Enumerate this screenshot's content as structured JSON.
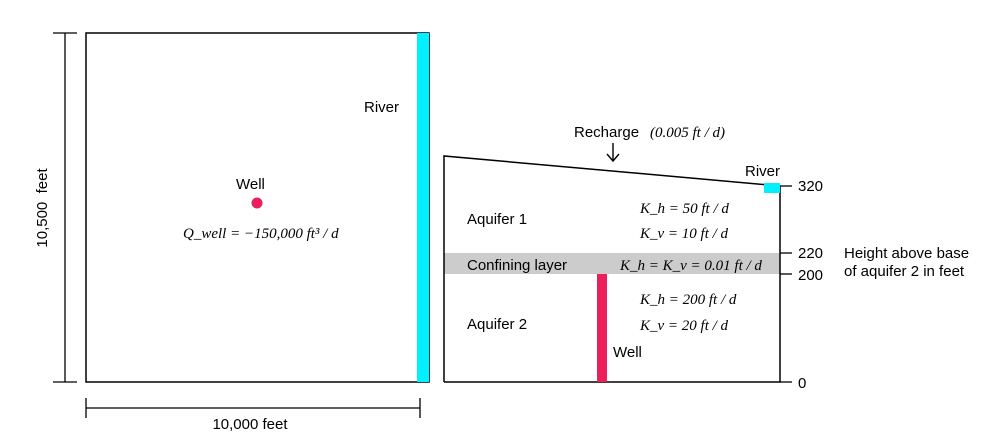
{
  "colors": {
    "river": "#00f0ff",
    "well": "#ea1f5c",
    "confining": "#cccccc",
    "line": "#000000"
  },
  "plan_view": {
    "river_label": "River",
    "well_label": "Well",
    "well_rate": "Q_well = −150,000 ft³ / d",
    "height_dimension": "10,500  feet",
    "width_dimension": "10,000 feet"
  },
  "cross_section": {
    "recharge_label": "Recharge",
    "recharge_rate": "(0.005 ft / d)",
    "river_label": "River",
    "aquifer1_label": "Aquifer 1",
    "aquifer1_kh": "K_h = 50 ft / d",
    "aquifer1_kv": "K_v = 10 ft / d",
    "confining_label": "Confining layer",
    "confining_k": "K_h = K_v = 0.01 ft / d",
    "aquifer2_label": "Aquifer 2",
    "aquifer2_kh": "K_h = 200 ft / d",
    "aquifer2_kv": "K_v = 20 ft / d",
    "well_label": "Well",
    "axis_ticks": [
      "320",
      "220",
      "200",
      "0"
    ],
    "axis_title_line1": "Height above base",
    "axis_title_line2": "of aquifer 2 in feet"
  }
}
